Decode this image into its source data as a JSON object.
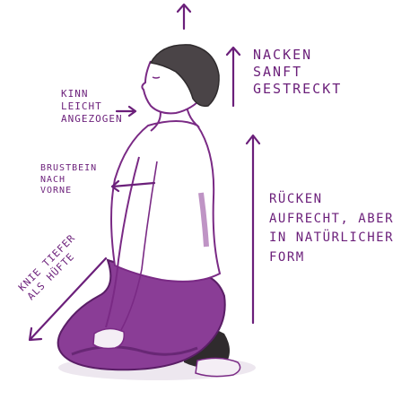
{
  "labels": {
    "neck": [
      "NACKEN",
      "SANFT",
      "GESTRECKT"
    ],
    "chin": [
      "KINN",
      "LEICHT",
      "ANGEZOGEN"
    ],
    "chest": [
      "BRUSTBEIN",
      "NACH",
      "VORNE"
    ],
    "back": [
      "RÜCKEN",
      "AUFRECHT, ABER",
      "IN NATÜRLICHER",
      "FORM"
    ],
    "knees": [
      "KNIE TIEFER",
      "ALS HÜFTE"
    ]
  },
  "colors": {
    "ink": "#6b1f7a",
    "purple_fill": "#8a3d96",
    "purple_dark": "#5a1e66",
    "hair": "#4a4447",
    "skin_outline": "#7a2a85",
    "shadow": "#2f2b2d"
  }
}
